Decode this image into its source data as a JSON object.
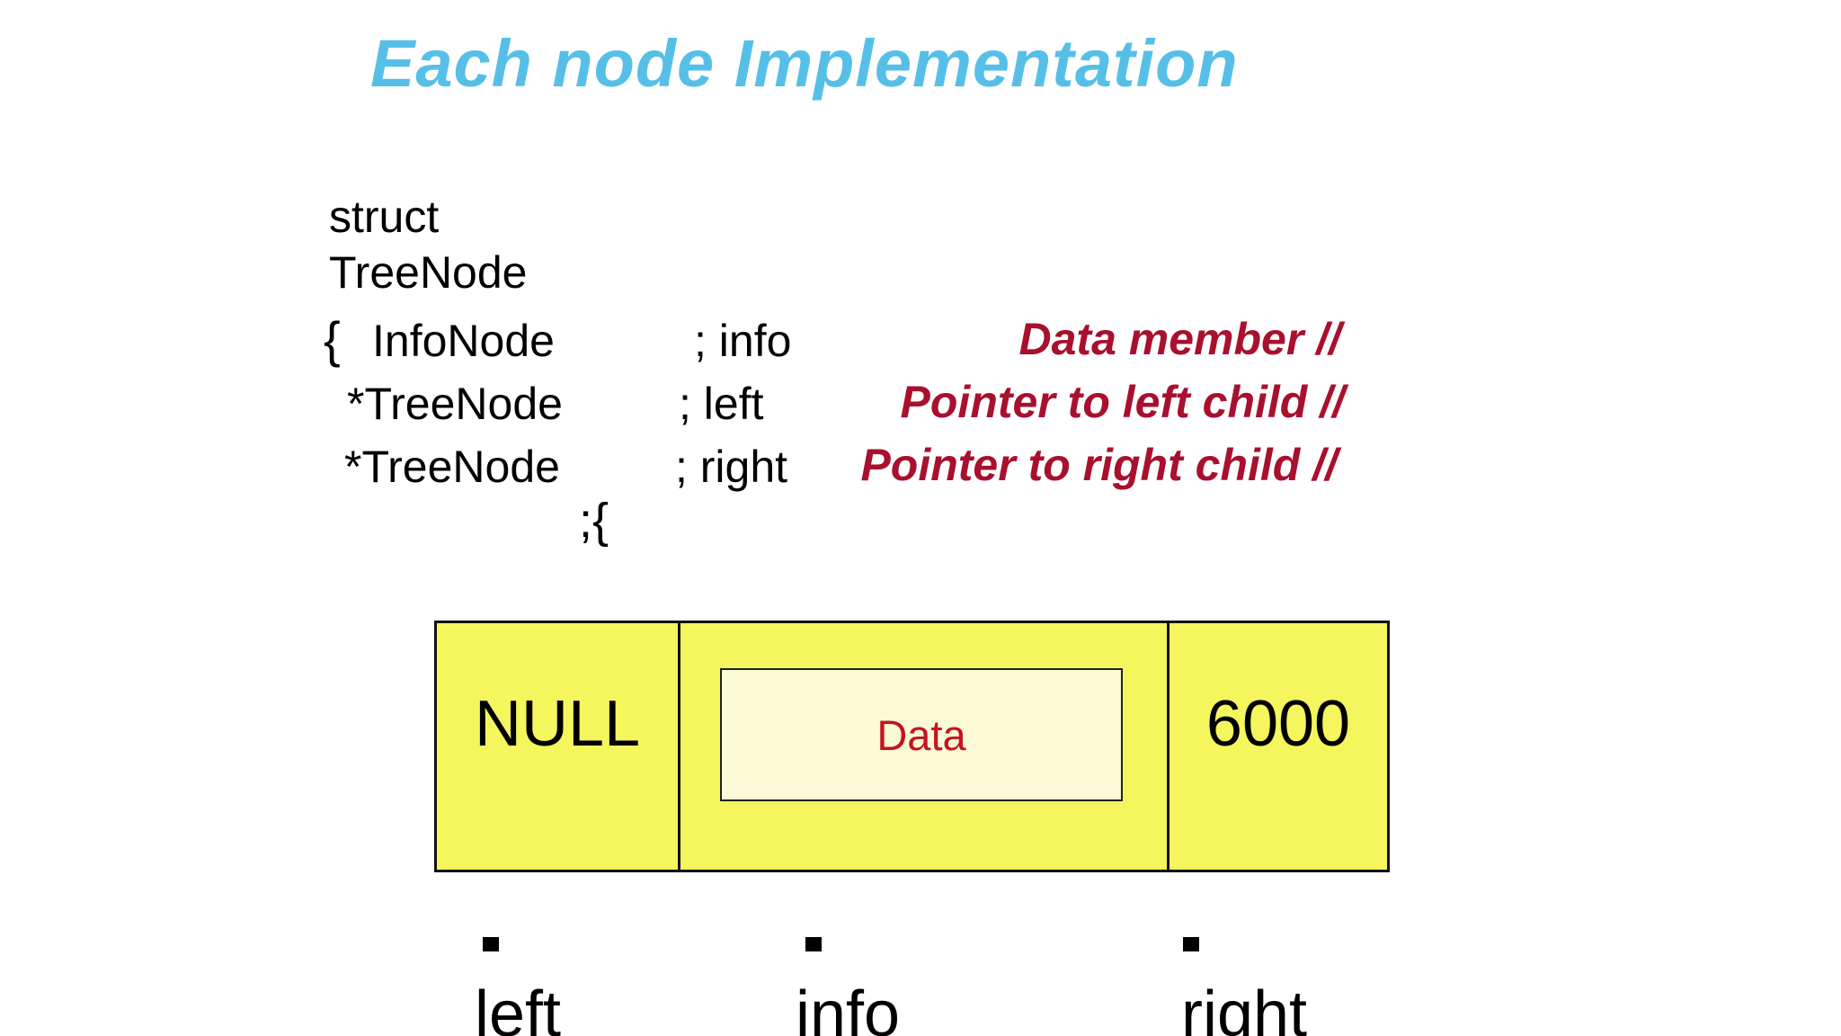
{
  "title": "Each node Implementation",
  "code": {
    "keyword": "struct",
    "struct_name": "TreeNode",
    "open_brace": "{",
    "rows": [
      {
        "type": "InfoNode",
        "name": "; info",
        "comment": "Data member //"
      },
      {
        "type": "*TreeNode",
        "name": "; left",
        "comment": "Pointer to left child //"
      },
      {
        "type": "*TreeNode",
        "name": "; right",
        "comment": "Pointer to right child //"
      }
    ],
    "closing": ";{"
  },
  "node_diagram": {
    "left_cell_value": "NULL",
    "info_cell_value": "Data",
    "right_cell_value": "6000"
  },
  "field_labels": {
    "left": "left",
    "info": "info",
    "right": "right"
  },
  "colors": {
    "title_blue": "#56BFE8",
    "comment_red": "#A8102E",
    "data_red": "#C41420",
    "cell_yellow": "#F5F55E",
    "inner_cream": "#FAFAD6",
    "background": "#FFFFFF"
  }
}
